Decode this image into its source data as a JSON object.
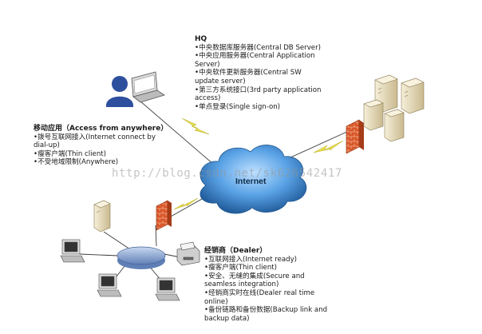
{
  "hq": {
    "title": "HQ",
    "lines": [
      "•中央数据库服务器(Central DB Server)",
      "•中央应用服务器(Central Application",
      "Server)",
      "•中央软件更新服务器(Central SW",
      "update server)",
      "•第三方系统接口(3rd party application",
      "access)",
      "•单点登录(Single sign-on)"
    ]
  },
  "mobile": {
    "title": "移动应用（Access from anywhere）",
    "lines": [
      "•拨号互联网接入(Internet connect by",
      "dial-up)",
      "•瘦客户端(Thin client)",
      "•不受地域限制(Anywhere)"
    ]
  },
  "dealer": {
    "title": "经销商（Dealer）",
    "lines": [
      "•互联网接入(Internet ready)",
      "•瘦客户端(Thin client)",
      "•安全、无缝的集成(Secure and",
      "seamless integration)",
      "•经销商实时在线(Dealer real time",
      "online)",
      "•备份链路和备份数据(Backup link and",
      "backup data)"
    ]
  },
  "cloud_label": "Internet",
  "watermark": "http://blog.csdn.net/sk626542417",
  "colors": {
    "cloud": "#3d8bd1",
    "firewall": "#d9562a",
    "lightning": "#e8e04a",
    "server": "#e9dcb8",
    "hub": "#7f9fcf",
    "link": "#3a3a3a"
  },
  "icons": [
    "user-icon",
    "laptop-icon",
    "server-cluster-icon",
    "firewall-icon",
    "cloud-icon",
    "lightning-icon",
    "hub-icon",
    "workstation-icon",
    "printer-icon",
    "server-icon"
  ]
}
